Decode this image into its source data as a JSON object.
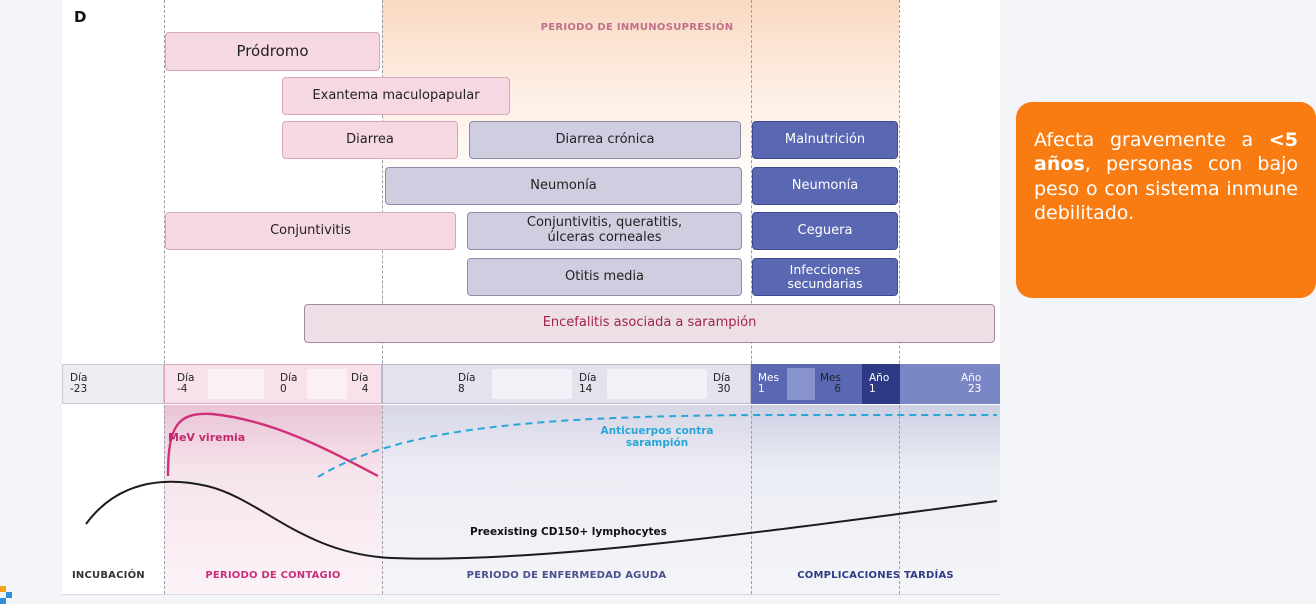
{
  "panel_letter": "D",
  "immuno_period": "PERIODO DE INMUNOSUPRESIÓN",
  "boxes": {
    "prodromo": "Pródromo",
    "exantema": "Exantema maculopapular",
    "diarrea": "Diarrea",
    "diarrea_cronica": "Diarrea crónica",
    "malnutricion": "Malnutrición",
    "neumonia": "Neumonía",
    "neumonia_late": "Neumonía",
    "conjuntivitis": "Conjuntivitis",
    "conj_queratitis_1": "Conjuntivitis, queratitis,",
    "conj_queratitis_2": "úlceras corneales",
    "ceguera": "Ceguera",
    "otitis": "Otitis media",
    "infecciones_1": "Infecciones",
    "infecciones_2": "secundarias",
    "encefalitis": "Encefalitis asociada a sarampión"
  },
  "timeline": [
    {
      "l1": "Día",
      "l2": "-23"
    },
    {
      "l1": "Día",
      "l2": "-4"
    },
    {
      "l1": "Día",
      "l2": "0"
    },
    {
      "l1": "Día",
      "l2": "4"
    },
    {
      "l1": "Día",
      "l2": "8"
    },
    {
      "l1": "Día",
      "l2": "14"
    },
    {
      "l1": "Día",
      "l2": "30"
    },
    {
      "l1": "Mes",
      "l2": "1"
    },
    {
      "l1": "Mes",
      "l2": "6"
    },
    {
      "l1": "Año",
      "l2": "1"
    },
    {
      "l1": "Año",
      "l2": "23"
    }
  ],
  "curves": {
    "viremia": "MeV viremia",
    "anticuerpos_1": "Anticuerpos contra",
    "anticuerpos_2": "sarampión",
    "lymphocytes": "Preexisting CD150+ lymphocytes"
  },
  "phases": {
    "incubacion": "INCUBACIÓN",
    "contagio": "PERIODO DE CONTAGIO",
    "aguda": "PERIODO DE ENFERMEDAD AGUDA",
    "tardias": "COMPLICACIONES TARDÍAS"
  },
  "callout": {
    "pre": "Afecta gravemente a ",
    "bold": "<5 años",
    "post": ", personas con bajo peso o con sistema inmune debilitado."
  },
  "colors": {
    "callout": "#f97c12",
    "viremia": "#d0307a",
    "anticuerpos": "#2aa6d8",
    "navy_box": "#5a67b2"
  }
}
